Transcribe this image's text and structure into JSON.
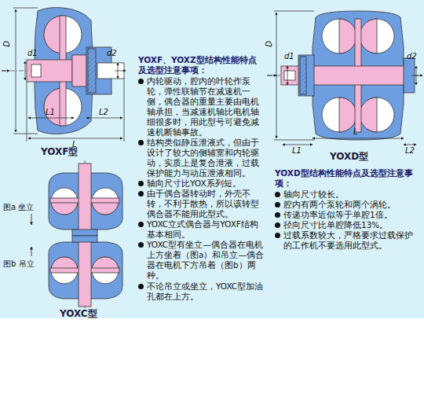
{
  "diagram": {
    "labels": [
      "YOXF、YOXZ型结构性能特点及选型注意事项：",
      "内轮驱动，腔内的叶轮作泵轮，弹性联轴节在减速机一侧，偶合器的重量主要由电机轴承担，当减速机轴比电机轴细很多时，用此型号可避免减速机断轴事故。",
      "结构类似静压泄液式，但由于设计了较大的侧辅室和内轮驱动，实质上是复合泄液，过载保护能力与动压泄液相同。",
      "轴向尺寸比YOX系列短。",
      "由于偶合器转动时，外壳不转，不利于散热，所以该转型偶合器不能用此型式。",
      "YOXC立式偶合器与YOXF结构基本相同。",
      "YOXC型有坐立—偶合器在电机上方坐着（图a）和吊立—偶合器在电机下方吊着（图b）两种。",
      "不论吊立或坐立，YOXC型加油孔都在上方。",
      "YOXF型",
      "YOXD型结构性能特点及选型注意事项：",
      "轴向尺寸较长。",
      "腔内有两个泵轮和两个涡轮。",
      "传递功率近似等于单腔1倍。",
      "径向尺寸比单腔降低13%。",
      "过载系数较大，严格要求过载保护的工作机不要选用此型式。",
      "YOXD型",
      "图a 坐立",
      "图b 吊立",
      "YOXC型",
      "D",
      "d1",
      "L1",
      "L",
      "L2",
      "d2",
      "D",
      "d1",
      "L1",
      "L",
      "L2",
      "d2"
    ]
  }
}
